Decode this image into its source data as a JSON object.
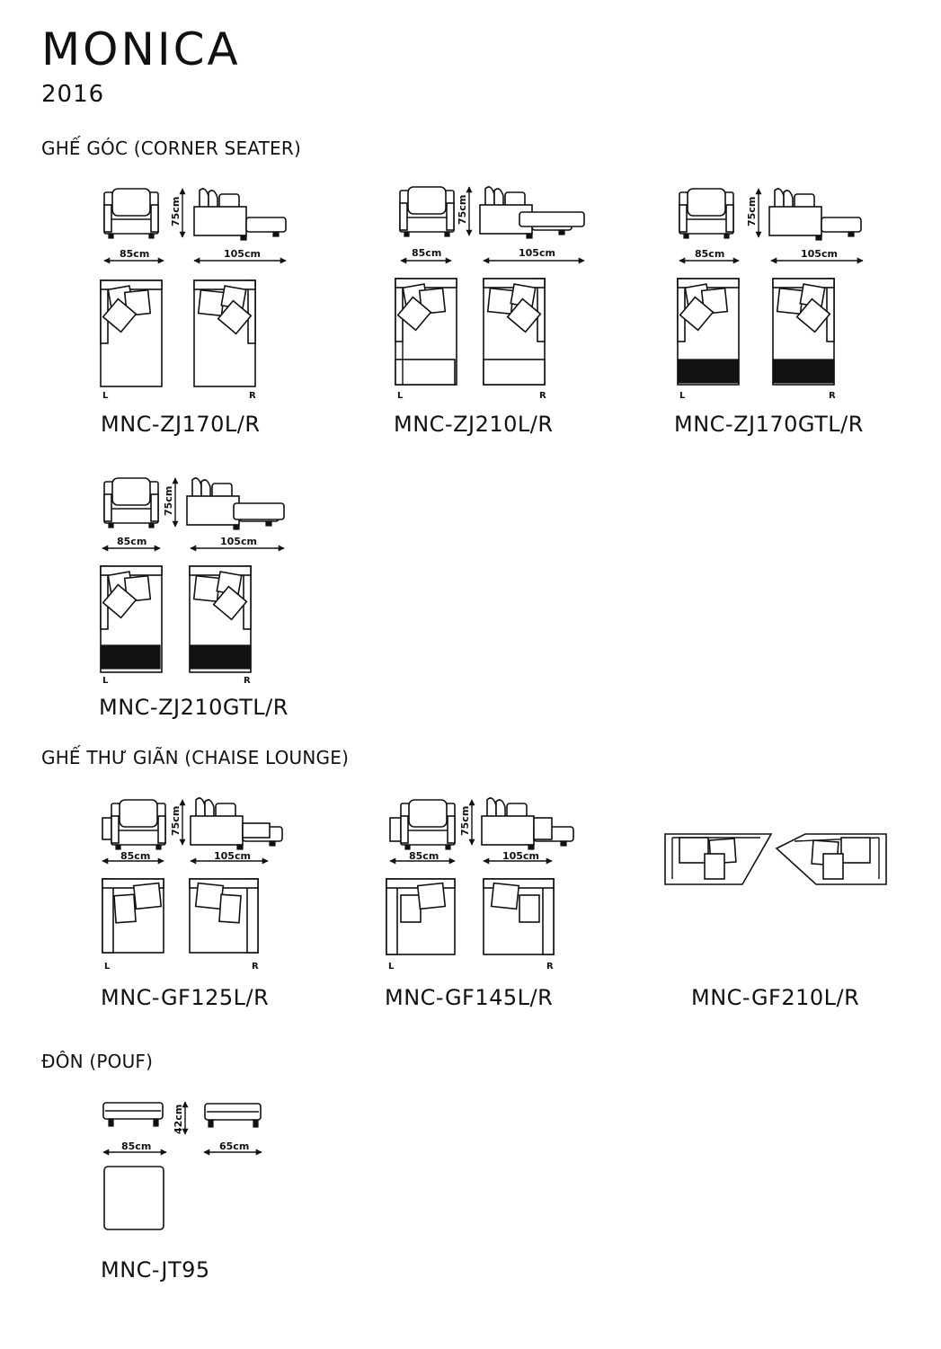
{
  "header": {
    "title": "MONICA",
    "year": "2016"
  },
  "sections": [
    {
      "id": "corner",
      "label": "GHẾ GÓC (CORNER SEATER)"
    },
    {
      "id": "chaise",
      "label": "GHẾ THƯ GIÃN (CHAISE LOUNGE)"
    },
    {
      "id": "pouf",
      "label": "ĐÔN (POUF)"
    }
  ],
  "dims": {
    "width_85": "85cm",
    "depth_105": "105cm",
    "height_75": "75cm",
    "height_42": "42cm",
    "depth_65": "65cm"
  },
  "sides": {
    "left": "L",
    "right": "R"
  },
  "products": {
    "zj170": "MNC-ZJ170L/R",
    "zj210": "MNC-ZJ210L/R",
    "zj170gt": "MNC-ZJ170GTL/R",
    "zj210gt": "MNC-ZJ210GTL/R",
    "gf125": "MNC-GF125L/R",
    "gf145": "MNC-GF145L/R",
    "gf210": "MNC-GF210L/R",
    "jt95": "MNC-JT95"
  }
}
